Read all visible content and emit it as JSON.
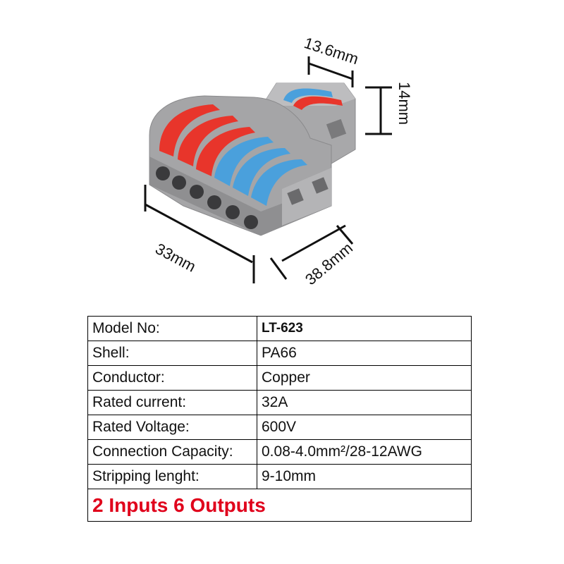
{
  "dimensions": {
    "top_width": "13.6mm",
    "height": "14mm",
    "length": "33mm",
    "depth": "38.8mm"
  },
  "colors": {
    "shell": "#9a9a9c",
    "lever_red": "#e8352b",
    "lever_blue": "#4aa0dc",
    "footer_text": "#e0001b"
  },
  "specs": [
    {
      "label": "Model No:",
      "value": "LT-623"
    },
    {
      "label": "Shell:",
      "value": "PA66"
    },
    {
      "label": "Conductor:",
      "value": "Copper"
    },
    {
      "label": "Rated current:",
      "value": "32A"
    },
    {
      "label": "Rated Voltage:",
      "value": "600V"
    },
    {
      "label": "Connection Capacity:",
      "value": "0.08-4.0mm²/28-12AWG"
    },
    {
      "label": "Stripping lenght:",
      "value": "9-10mm"
    }
  ],
  "footer": "2 Inputs 6 Outputs"
}
